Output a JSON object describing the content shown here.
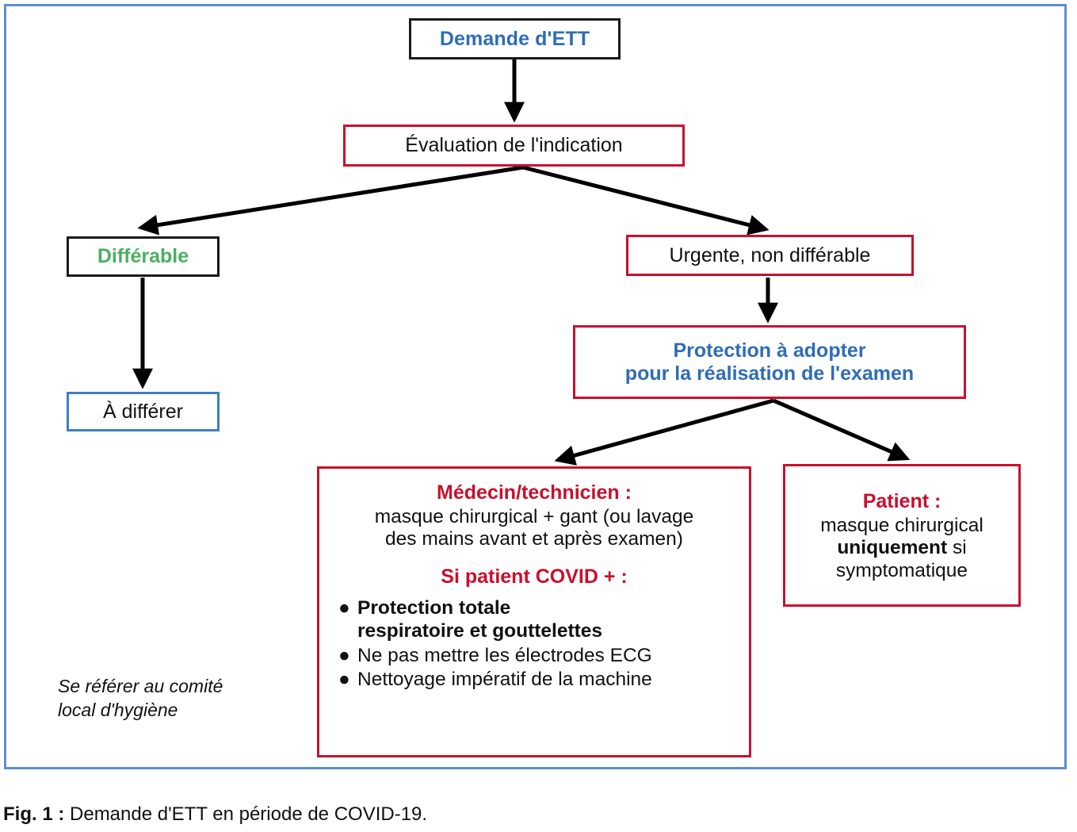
{
  "figure": {
    "caption_label": "Fig. 1 :",
    "caption_text": " Demande d'ETT en période de COVID-19.",
    "frame_color": "#5b8fd0"
  },
  "colors": {
    "blue_text": "#2f6db5",
    "red": "#c8102e",
    "green": "#4caf62",
    "black": "#1a1a1a",
    "blue_border": "#3f7ec4"
  },
  "nodes": {
    "demande": {
      "label": "Demande d'ETT",
      "border_color": "#1a1a1a",
      "text_color": "#2f6db5"
    },
    "evaluation": {
      "label": "Évaluation de l'indication",
      "border_color": "#c8102e",
      "text_color": "#111111"
    },
    "differable": {
      "label": "Différable",
      "border_color": "#1a1a1a",
      "text_color": "#4caf62"
    },
    "a_differer": {
      "label": "À différer",
      "border_color": "#3f7ec4",
      "text_color": "#111111"
    },
    "urgente": {
      "label": "Urgente, non différable",
      "border_color": "#c8102e",
      "text_color": "#111111"
    },
    "protection": {
      "line1": "Protection à adopter",
      "line2": "pour la réalisation de l'examen",
      "border_color": "#c8102e",
      "text_color": "#2f6db5"
    },
    "medecin": {
      "heading": "Médecin/technicien :",
      "body_line1": "masque chirurgical + gant (ou lavage",
      "body_line2": "des mains avant et après examen)",
      "heading2": "Si patient COVID + :",
      "bullet_marker": "●",
      "bullets": [
        {
          "line1": "Protection totale",
          "line2": "respiratoire et gouttelettes",
          "bold": true
        },
        {
          "line1": "Ne pas mettre les électrodes ECG",
          "line2": "",
          "bold": false
        },
        {
          "line1": "Nettoyage impératif de la machine",
          "line2": "",
          "bold": false
        }
      ],
      "border_color": "#c8102e"
    },
    "patient": {
      "heading": "Patient :",
      "line1": "masque chirurgical",
      "line2_bold": "uniquement",
      "line2_rest": " si",
      "line3": "symptomatique",
      "border_color": "#c8102e"
    }
  },
  "note": {
    "line1": "Se référer au comité",
    "line2": "local d'hygiène"
  }
}
